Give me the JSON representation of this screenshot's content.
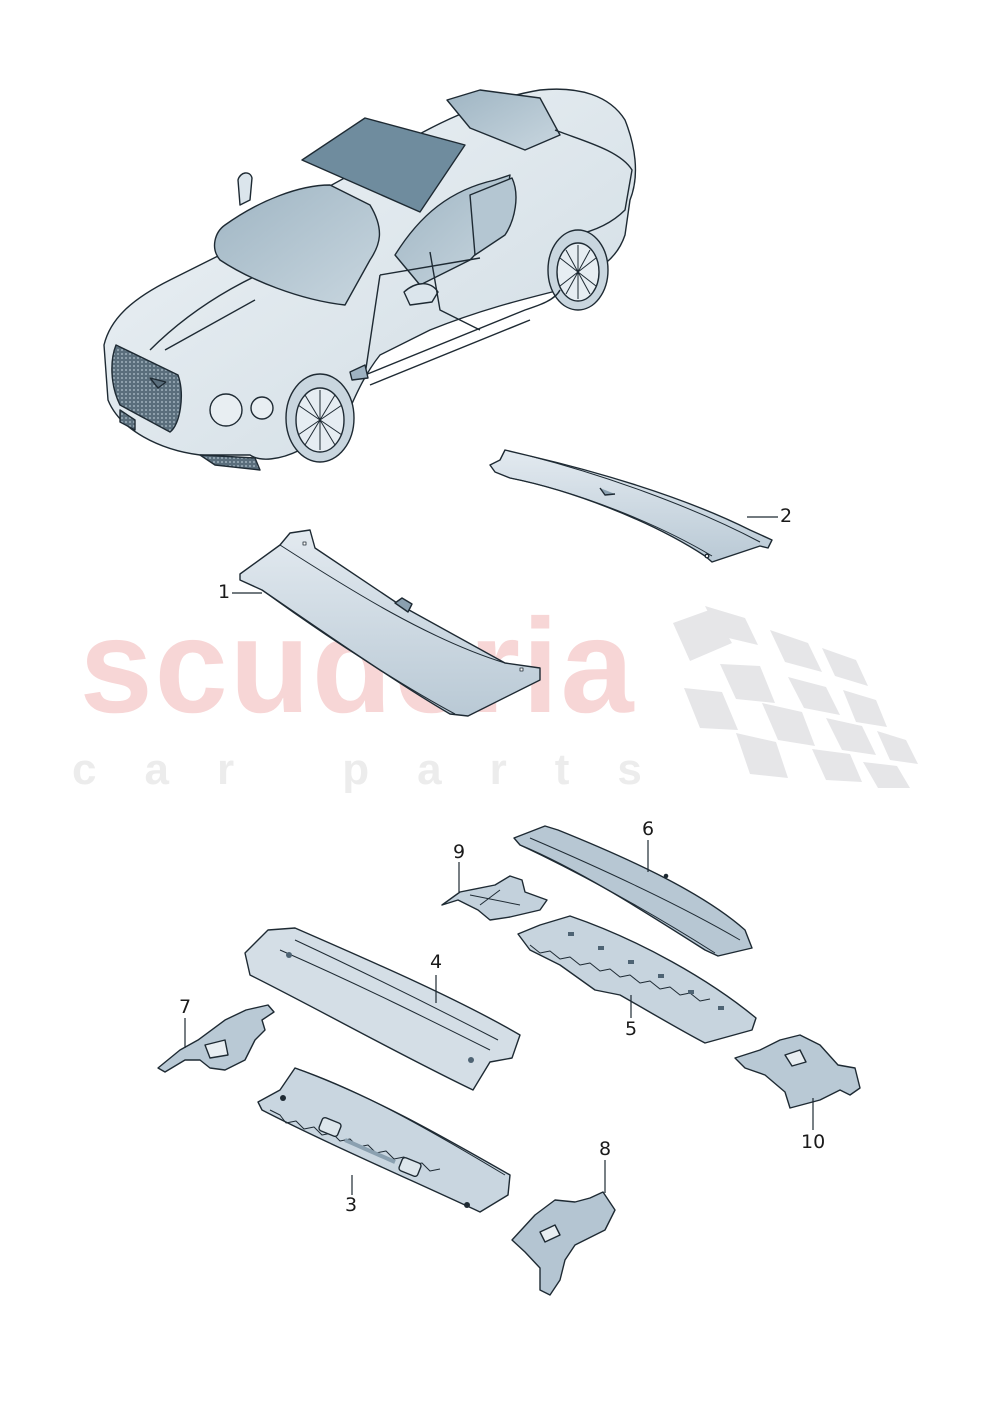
{
  "diagram": {
    "title": "",
    "vehicle": "Coupe overview illustration",
    "watermark": {
      "brand": "scuderia",
      "tagline": "car parts",
      "brand_color": "#f7d6d6",
      "tagline_color": "#ececec",
      "flag_color": "#e6e6e8"
    },
    "colors": {
      "outline": "#1e2a33",
      "part_fill": "#c9d6df",
      "part_fill_light": "#e4ebf0",
      "part_fill_dark": "#9fb3c2",
      "glass_dark": "#6d8a9c",
      "glass_light": "#aabfcc"
    },
    "callouts": [
      {
        "id": "1",
        "label": "1"
      },
      {
        "id": "2",
        "label": "2"
      },
      {
        "id": "3",
        "label": "3"
      },
      {
        "id": "4",
        "label": "4"
      },
      {
        "id": "5",
        "label": "5"
      },
      {
        "id": "6",
        "label": "6"
      },
      {
        "id": "7",
        "label": "7"
      },
      {
        "id": "8",
        "label": "8"
      },
      {
        "id": "9",
        "label": "9"
      },
      {
        "id": "10",
        "label": "10"
      }
    ]
  }
}
